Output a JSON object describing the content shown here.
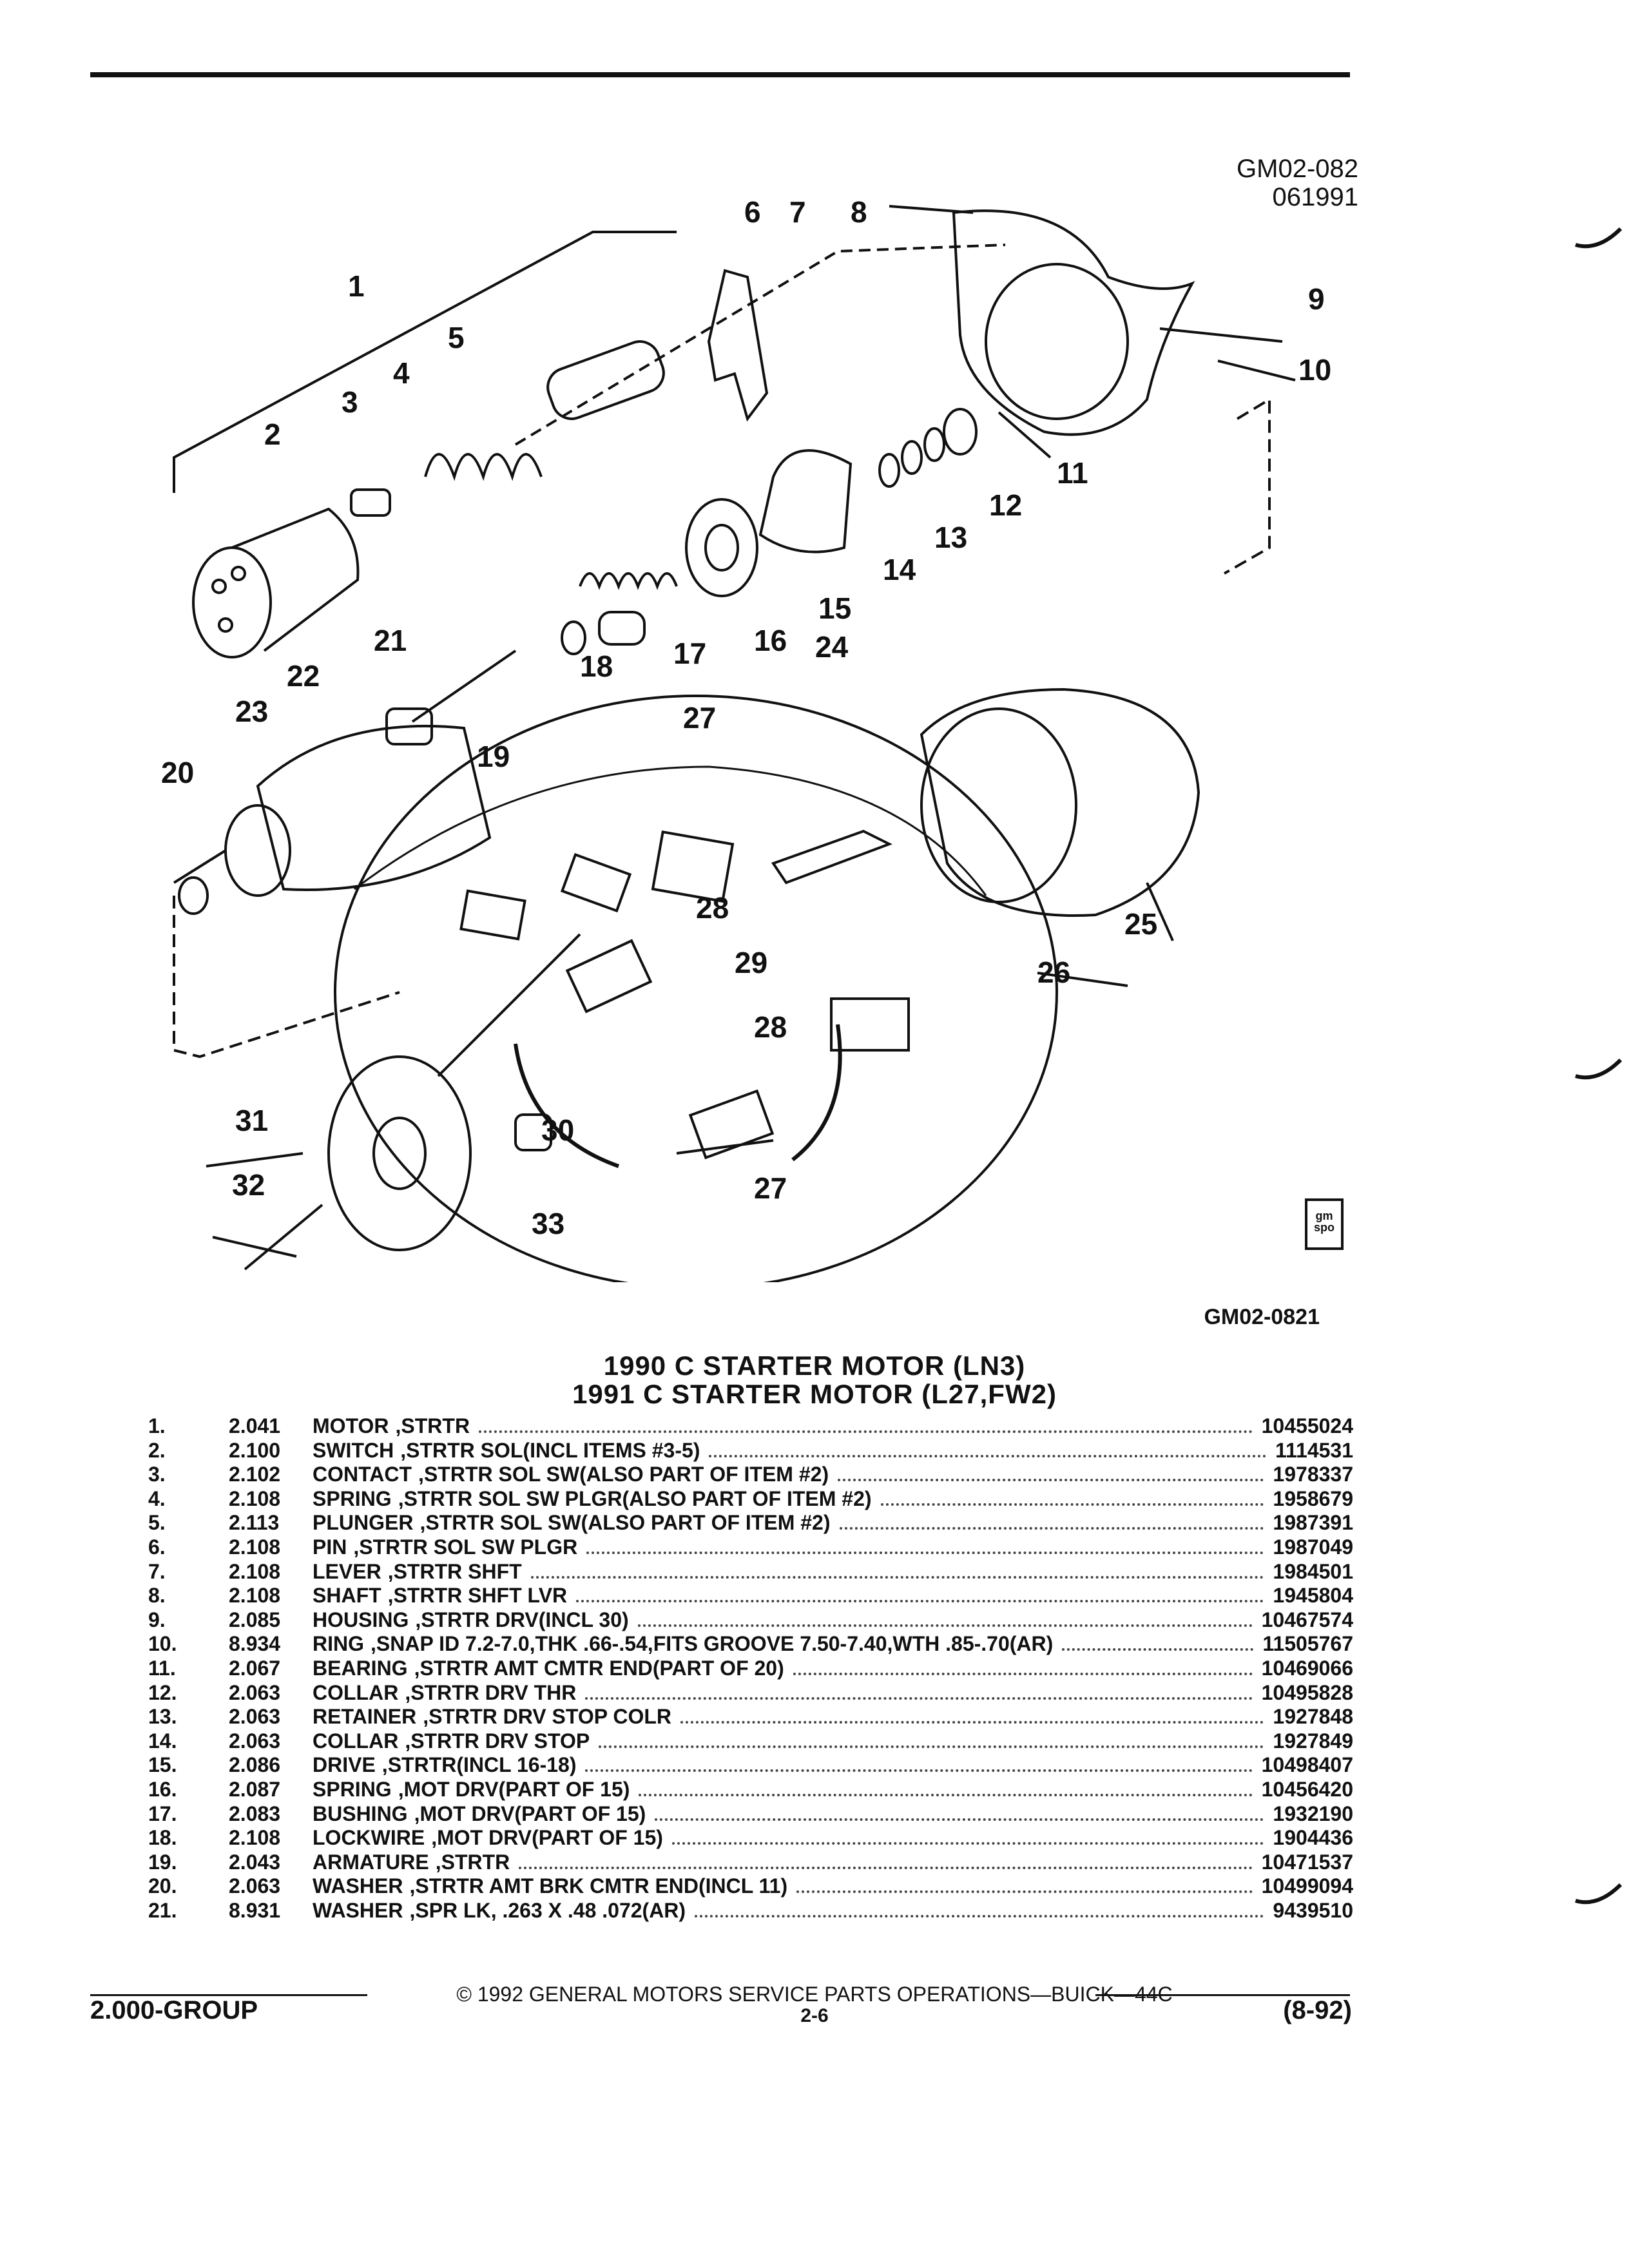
{
  "header": {
    "figure_code": "GM02-082",
    "figure_date": "061991"
  },
  "diagram": {
    "callouts": [
      "1",
      "2",
      "3",
      "4",
      "5",
      "6",
      "7",
      "8",
      "9",
      "10",
      "11",
      "12",
      "13",
      "14",
      "15",
      "16",
      "17",
      "18",
      "19",
      "20",
      "21",
      "22",
      "23",
      "24",
      "25",
      "26",
      "27",
      "28",
      "29",
      "28",
      "27",
      "30",
      "31",
      "32",
      "33"
    ],
    "figure_ref": "GM02-0821",
    "logo_text": "gm spo"
  },
  "titles": {
    "line1": "1990 C STARTER MOTOR (LN3)",
    "line2": "1991 C STARTER MOTOR (L27,FW2)"
  },
  "parts": [
    {
      "num": "1.",
      "group": "2.041",
      "name": "MOTOR",
      "desc": ",STRTR",
      "part": "10455024"
    },
    {
      "num": "2.",
      "group": "2.100",
      "name": "SWITCH",
      "desc": ",STRTR SOL(INCL ITEMS #3-5)",
      "part": "1114531"
    },
    {
      "num": "3.",
      "group": "2.102",
      "name": "CONTACT",
      "desc": ",STRTR SOL SW(ALSO PART OF ITEM #2)",
      "part": "1978337"
    },
    {
      "num": "4.",
      "group": "2.108",
      "name": "SPRING",
      "desc": ",STRTR SOL SW PLGR(ALSO PART OF ITEM #2)",
      "part": "1958679"
    },
    {
      "num": "5.",
      "group": "2.113",
      "name": "PLUNGER",
      "desc": ",STRTR SOL SW(ALSO PART OF ITEM #2)",
      "part": "1987391"
    },
    {
      "num": "6.",
      "group": "2.108",
      "name": "PIN",
      "desc": ",STRTR SOL SW PLGR",
      "part": "1987049"
    },
    {
      "num": "7.",
      "group": "2.108",
      "name": "LEVER",
      "desc": ",STRTR SHFT",
      "part": "1984501"
    },
    {
      "num": "8.",
      "group": "2.108",
      "name": "SHAFT",
      "desc": ",STRTR SHFT LVR",
      "part": "1945804"
    },
    {
      "num": "9.",
      "group": "2.085",
      "name": "HOUSING",
      "desc": ",STRTR DRV(INCL 30)",
      "part": "10467574"
    },
    {
      "num": "10.",
      "group": "8.934",
      "name": "RING",
      "desc": ",SNAP ID 7.2-7.0,THK .66-.54,FITS GROOVE 7.50-7.40,WTH .85-.70(AR)",
      "part": "11505767"
    },
    {
      "num": "11.",
      "group": "2.067",
      "name": "BEARING",
      "desc": ",STRTR AMT CMTR END(PART OF 20)",
      "part": "10469066"
    },
    {
      "num": "12.",
      "group": "2.063",
      "name": "COLLAR",
      "desc": ",STRTR DRV THR",
      "part": "10495828"
    },
    {
      "num": "13.",
      "group": "2.063",
      "name": "RETAINER",
      "desc": ",STRTR DRV STOP COLR",
      "part": "1927848"
    },
    {
      "num": "14.",
      "group": "2.063",
      "name": "COLLAR",
      "desc": ",STRTR DRV STOP",
      "part": "1927849"
    },
    {
      "num": "15.",
      "group": "2.086",
      "name": "DRIVE",
      "desc": ",STRTR(INCL 16-18)",
      "part": "10498407"
    },
    {
      "num": "16.",
      "group": "2.087",
      "name": "SPRING",
      "desc": ",MOT DRV(PART OF 15)",
      "part": "10456420"
    },
    {
      "num": "17.",
      "group": "2.083",
      "name": "BUSHING",
      "desc": ",MOT DRV(PART OF 15)",
      "part": "1932190"
    },
    {
      "num": "18.",
      "group": "2.108",
      "name": "LOCKWIRE",
      "desc": ",MOT DRV(PART OF 15)",
      "part": "1904436"
    },
    {
      "num": "19.",
      "group": "2.043",
      "name": "ARMATURE",
      "desc": ",STRTR",
      "part": "10471537"
    },
    {
      "num": "20.",
      "group": "2.063",
      "name": "WASHER",
      "desc": ",STRTR AMT BRK CMTR END(INCL 11)",
      "part": "10499094"
    },
    {
      "num": "21.",
      "group": "8.931",
      "name": "WASHER",
      "desc": ",SPR LK, .263 X .48 .072(AR)",
      "part": "9439510"
    }
  ],
  "footer": {
    "copyright": "©  1992  GENERAL MOTORS SERVICE PARTS OPERATIONS—BUICK—44C",
    "group": "2.000-GROUP",
    "page": "2-6",
    "revision": "(8-92)"
  }
}
